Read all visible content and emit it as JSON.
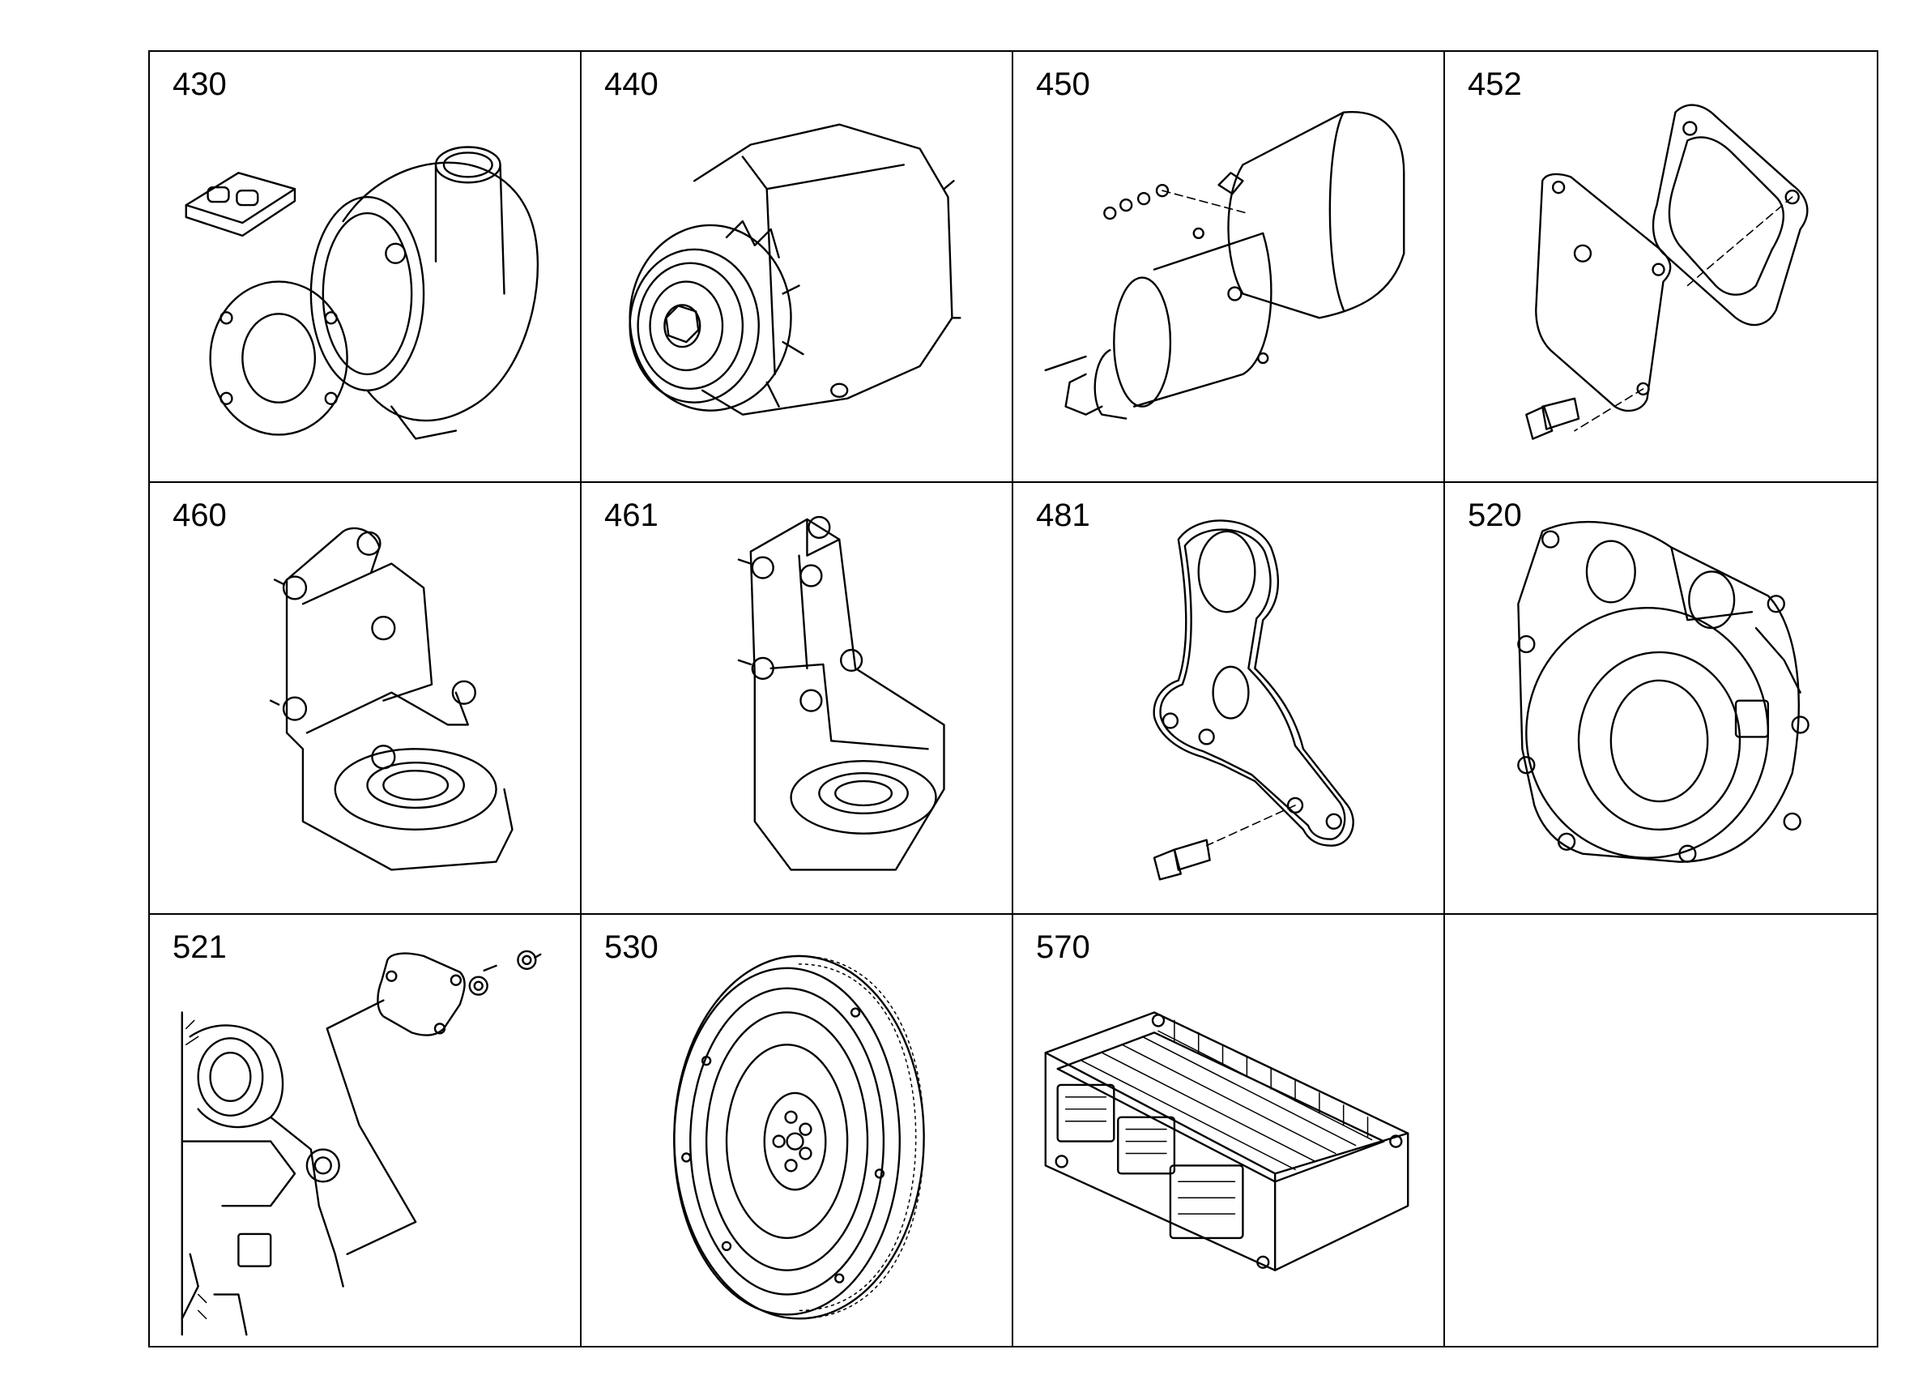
{
  "parts": [
    {
      "number": "430",
      "icon": "turbocharger-icon"
    },
    {
      "number": "440",
      "icon": "alternator-icon"
    },
    {
      "number": "450",
      "icon": "starter-motor-icon"
    },
    {
      "number": "452",
      "icon": "cover-plate-gasket-icon"
    },
    {
      "number": "460",
      "icon": "engine-mount-bracket-icon"
    },
    {
      "number": "461",
      "icon": "engine-mount-bracket-icon"
    },
    {
      "number": "481",
      "icon": "lifting-eye-bracket-icon"
    },
    {
      "number": "520",
      "icon": "flywheel-housing-icon"
    },
    {
      "number": "521",
      "icon": "housing-cover-icon"
    },
    {
      "number": "530",
      "icon": "flywheel-icon"
    },
    {
      "number": "570",
      "icon": "ecu-icon"
    }
  ]
}
